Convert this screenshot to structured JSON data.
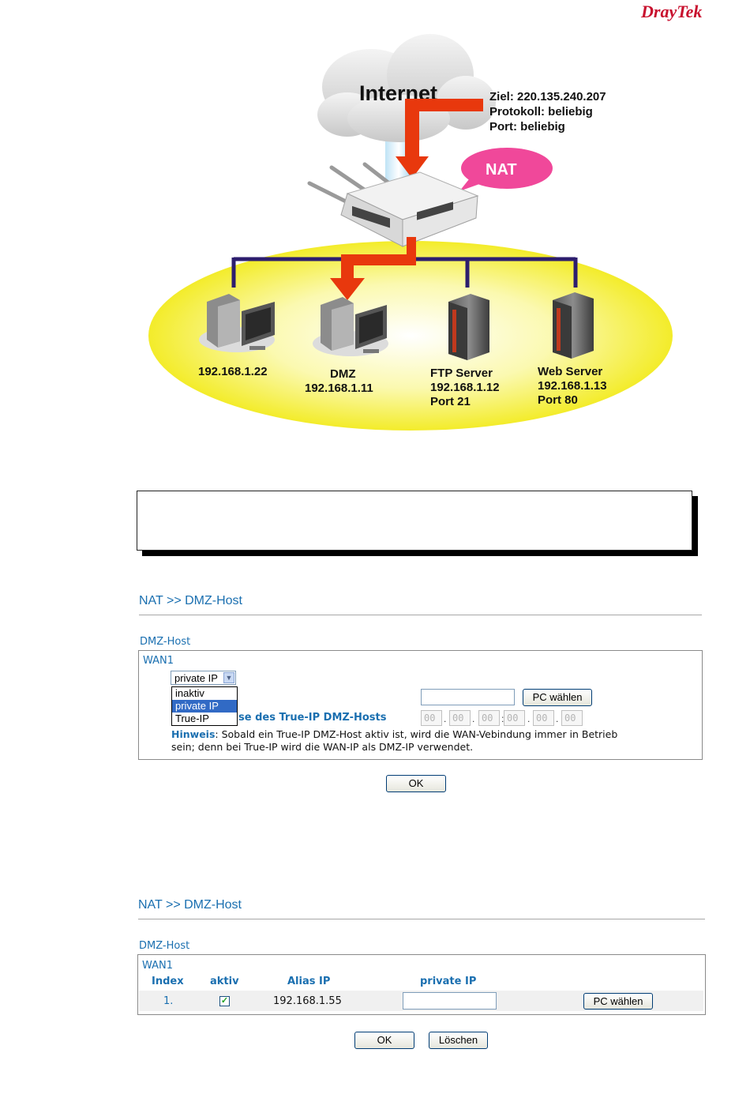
{
  "brand": {
    "logo_part1": "Dray",
    "logo_part2": "Tek"
  },
  "diagram": {
    "internet": "Internet",
    "nat": "NAT",
    "info_dest": "Ziel: 220.135.240.207",
    "info_protocol": "Protokoll: beliebig",
    "info_port": "Port: beliebig",
    "host1_ip": "192.168.1.22",
    "host2_name": "DMZ",
    "host2_ip": "192.168.1.11",
    "host3_name": "FTP Server",
    "host3_ip": "192.168.1.12",
    "host3_port": "Port 21",
    "host4_name": "Web Server",
    "host4_ip": "192.168.1.13",
    "host4_port": "Port 80"
  },
  "screen1": {
    "title": "NAT >> DMZ-Host",
    "section": "DMZ-Host",
    "wan": "WAN1",
    "select_value": "private IP",
    "options": [
      "inaktiv",
      "private IP",
      "True-IP"
    ],
    "selected_index": 1,
    "pc_button": "PC wählen",
    "true_ip_label_partial": "se des True-IP DMZ-Hosts",
    "ip_placeholder": [
      "00",
      "00",
      "00",
      "00",
      "00",
      "00"
    ],
    "hint_label": "Hinweis",
    "hint_line1": ": Sobald ein True-IP DMZ-Host aktiv ist, wird die WAN-Vebindung immer in Betrieb",
    "hint_line2": "sein; denn bei True-IP wird die WAN-IP als DMZ-IP verwendet.",
    "ok_button": "OK"
  },
  "screen2": {
    "title": "NAT >> DMZ-Host",
    "section": "DMZ-Host",
    "wan": "WAN1",
    "columns": [
      "Index",
      "aktiv",
      "Alias IP",
      "private IP"
    ],
    "row": {
      "index": "1.",
      "active": true,
      "alias_ip": "192.168.1.55",
      "private_ip": ""
    },
    "pc_button": "PC wählen",
    "ok_button": "OK",
    "delete_button": "Löschen"
  },
  "colors": {
    "accent": "#1a6fb0",
    "logo": "#c8102e",
    "arrow": "#e8380d",
    "zone": "#f5f03a",
    "nat_bubble": "#f0489a"
  }
}
